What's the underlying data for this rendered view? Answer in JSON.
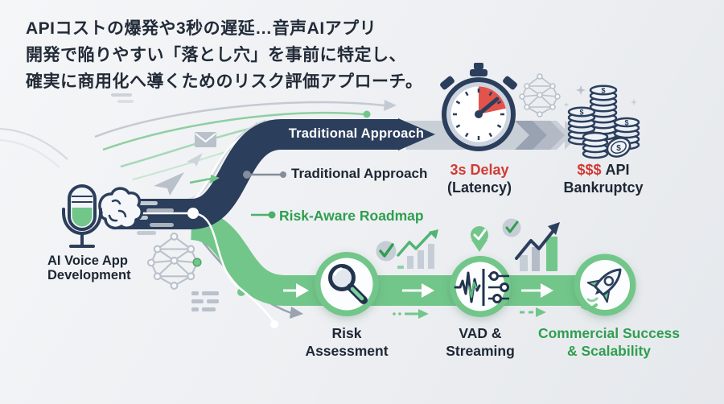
{
  "title_block": {
    "line1": "APIコストの爆発や3秒の遅延…音声AIアプリ",
    "line2": "開発で陥りやすい「落とし穴」を事前に特定し、",
    "line3": "確実に商用化へ導くためのリスク評価アプローチ。"
  },
  "source": {
    "line1": "AI Voice App",
    "line2": "Development"
  },
  "flow": {
    "banner_label": "Traditional Approach",
    "traditional_label": "Traditional Approach",
    "risk_aware_label": "Risk-Aware Roadmap"
  },
  "outcomes": {
    "delay": {
      "title": "3s Delay",
      "subtitle": "(Latency)",
      "icon": "stopwatch-icon"
    },
    "bankruptcy": {
      "amount": "$$$",
      "title": "API",
      "subtitle": "Bankruptcy",
      "icon": "coin-stack-icon"
    }
  },
  "steps": [
    {
      "line1": "Risk",
      "line2": "Assessment",
      "icon": "magnifier-icon"
    },
    {
      "line1": "VAD &",
      "line2": "Streaming",
      "icon": "waveform-sliders-icon"
    },
    {
      "line1": "Commercial Success",
      "line2": "& Scalability",
      "icon": "rocket-icon"
    }
  ],
  "icons": {
    "coin_symbol": "$",
    "decorative": [
      "mic-brain-icon",
      "neural-network-icon",
      "envelope-icon",
      "paper-plane-icon",
      "check-circle-icon",
      "check-pin-icon",
      "trend-up-chart-icon",
      "sparkle-icon"
    ]
  },
  "colors": {
    "background": "#edeff2",
    "navy_band": "#2b3e5c",
    "green_band": "#72c68a",
    "green_text": "#2f9e4f",
    "red_accent": "#d13b33",
    "dark_text": "#1d2734",
    "gray_decor": "#b9c1cb"
  }
}
